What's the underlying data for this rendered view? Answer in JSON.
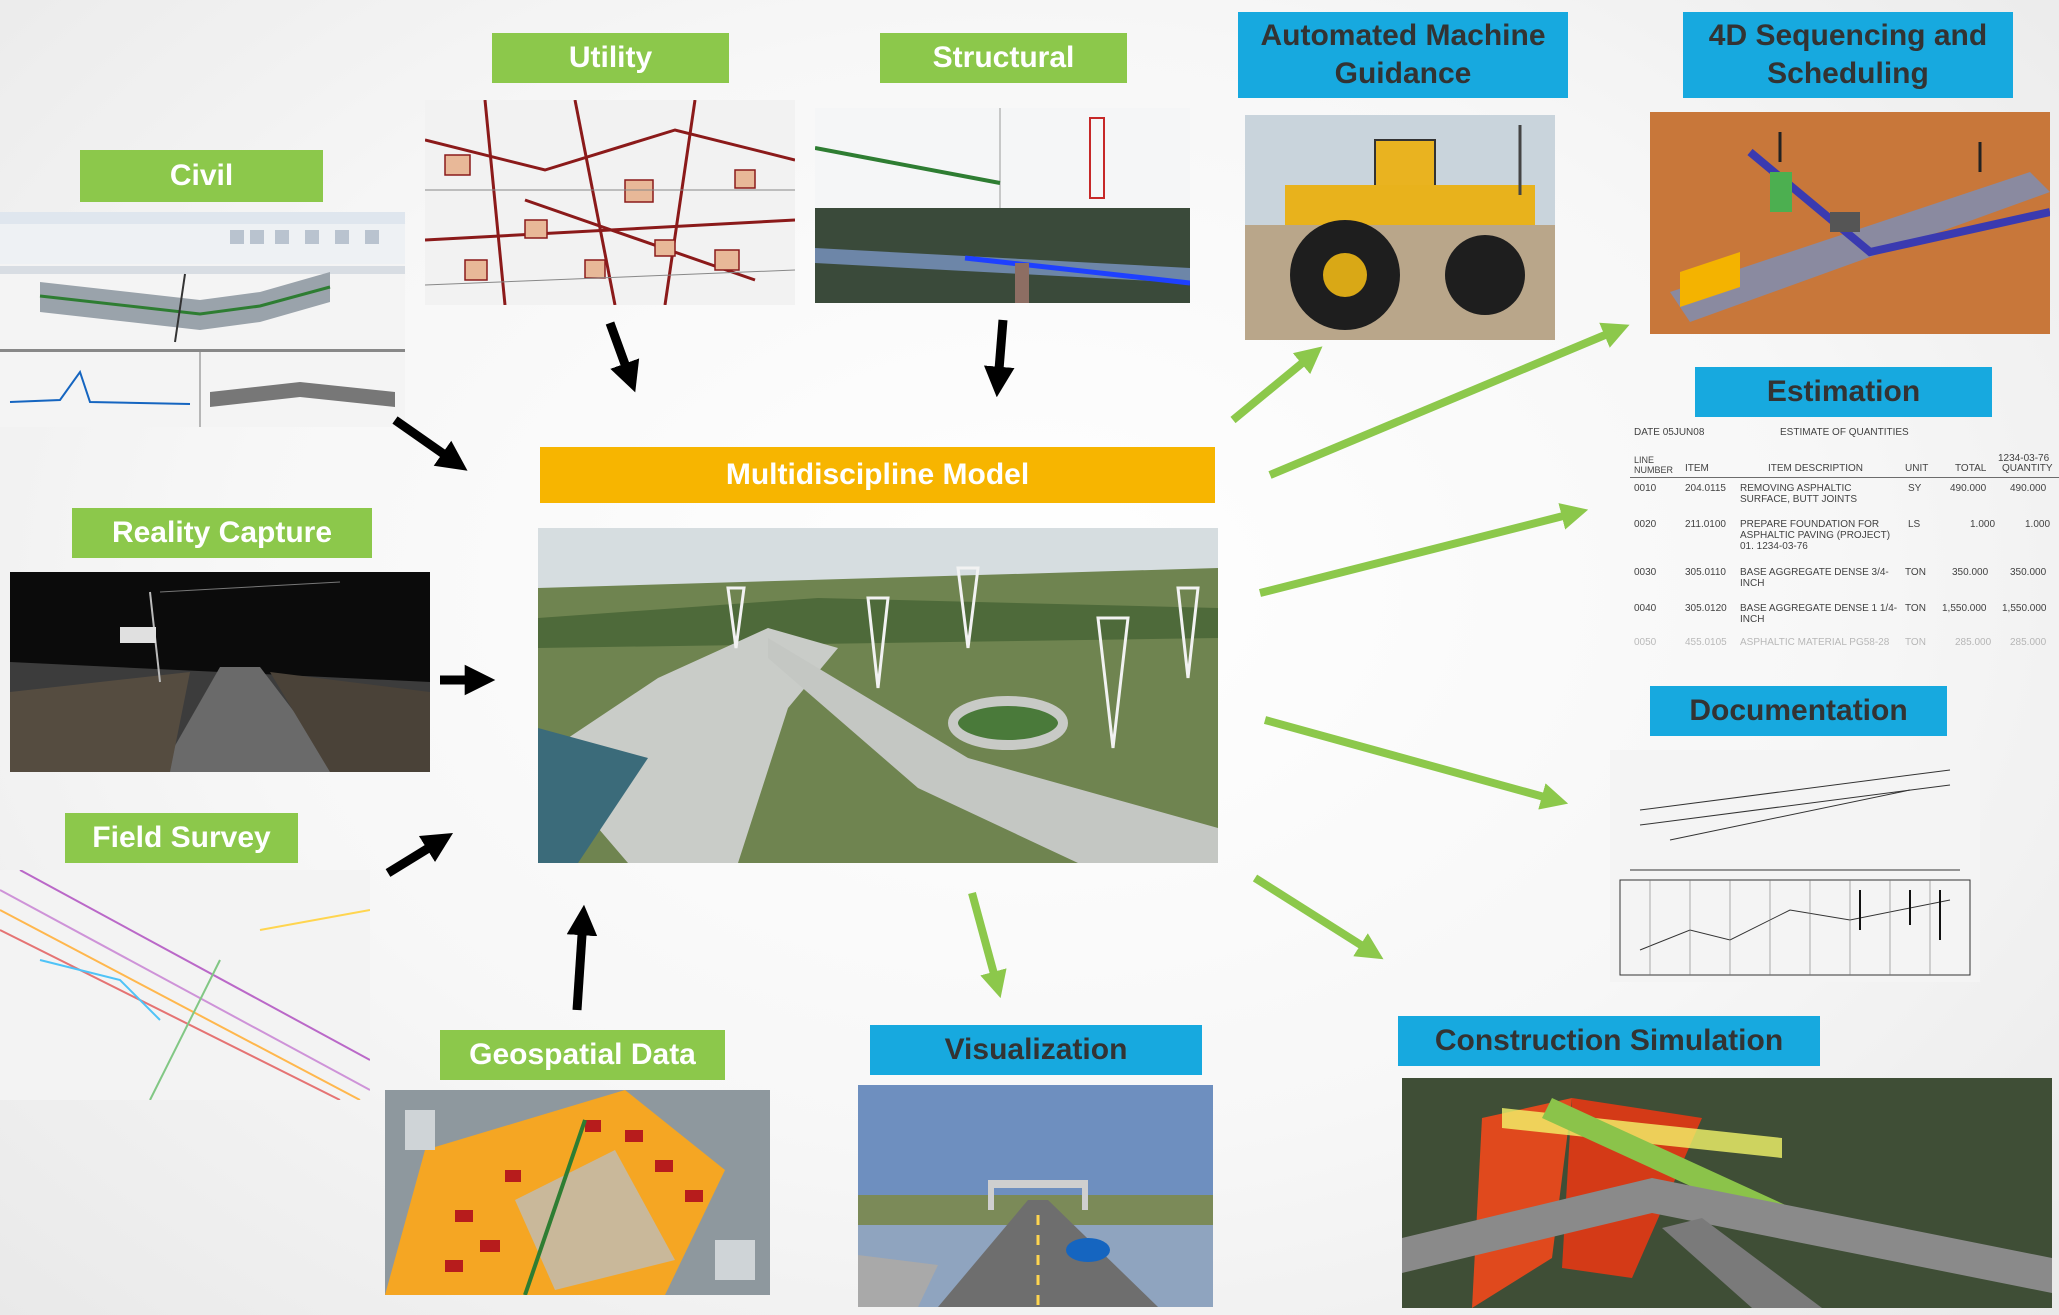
{
  "inputs": {
    "civil": "Civil",
    "utility": "Utility",
    "structural": "Structural",
    "reality_capture": "Reality Capture",
    "field_survey": "Field Survey",
    "geospatial": "Geospatial Data"
  },
  "center": {
    "title": "Multidiscipline Model"
  },
  "outputs": {
    "machine_guidance": "Automated Machine Guidance",
    "sequencing": "4D Sequencing and Scheduling",
    "estimation": "Estimation",
    "documentation": "Documentation",
    "construction_sim": "Construction Simulation",
    "visualization": "Visualization"
  },
  "estimate": {
    "date": "DATE 05JUN08",
    "heading": "ESTIMATE OF QUANTITIES",
    "project": "1234-03-76",
    "columns": [
      "LINE NUMBER",
      "ITEM",
      "ITEM DESCRIPTION",
      "UNIT",
      "TOTAL",
      "QUANTITY"
    ],
    "rows": [
      {
        "line": "0010",
        "item": "204.0115",
        "desc": "REMOVING ASPHALTIC SURFACE, BUTT JOINTS",
        "unit": "SY",
        "total": "490.000",
        "qty": "490.000"
      },
      {
        "line": "0020",
        "item": "211.0100",
        "desc": "PREPARE FOUNDATION FOR ASPHALTIC PAVING (PROJECT) 01. 1234-03-76",
        "unit": "LS",
        "total": "1.000",
        "qty": "1.000"
      },
      {
        "line": "0030",
        "item": "305.0110",
        "desc": "BASE AGGREGATE DENSE 3/4-INCH",
        "unit": "TON",
        "total": "350.000",
        "qty": "350.000"
      },
      {
        "line": "0040",
        "item": "305.0120",
        "desc": "BASE AGGREGATE DENSE 1 1/4-INCH",
        "unit": "TON",
        "total": "1,550.000",
        "qty": "1,550.000"
      },
      {
        "line": "0050",
        "item": "455.0105",
        "desc": "ASPHALTIC MATERIAL PG58-28",
        "unit": "TON",
        "total": "285.000",
        "qty": "285.000"
      }
    ]
  },
  "colors": {
    "input_label": "#8cc84b",
    "output_label": "#17a9df",
    "center_label": "#f7b500",
    "input_arrow": "#000000",
    "output_arrow": "#8cc84b"
  }
}
